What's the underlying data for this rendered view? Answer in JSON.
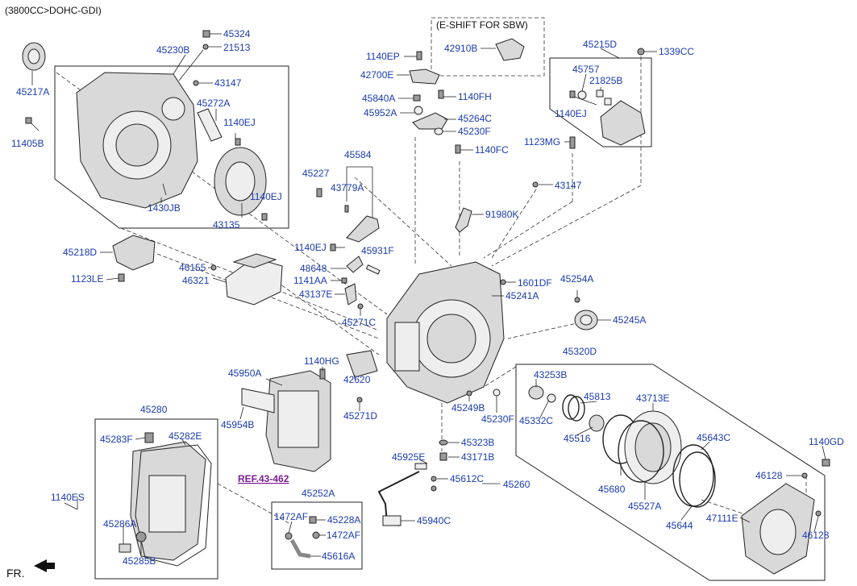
{
  "header": {
    "title": "(3800CC>DOHC-GDI)"
  },
  "eshift_box": {
    "title": "(E-SHIFT FOR SBW)"
  },
  "ref_link": "REF.43-462",
  "direction_label": "FR.",
  "labels": {
    "p45324": "45324",
    "p21513": "21513",
    "p45230B": "45230B",
    "p45217A": "45217A",
    "p43147a": "43147",
    "p45272A": "45272A",
    "p1140EJa": "1140EJ",
    "p11405B": "11405B",
    "p1140EJb": "1140EJ",
    "p1430JB": "1430JB",
    "p43135": "43135",
    "p45218D": "45218D",
    "p1123LE": "1123LE",
    "p46155": "46155",
    "p46321": "46321",
    "p1140EP": "1140EP",
    "p42910B": "42910B",
    "p42700E": "42700E",
    "p45840A": "45840A",
    "p1140FH": "1140FH",
    "p45952A": "45952A",
    "p45264C": "45264C",
    "p45230F": "45230F",
    "p1140FC": "1140FC",
    "p45584": "45584",
    "p45227": "45227",
    "p43779A": "43779A",
    "p43147b": "43147",
    "p91980K": "91980K",
    "p1140EJc": "1140EJ",
    "p45931F": "45931F",
    "p48648": "48648",
    "p1141AA": "1141AA",
    "p43137E": "43137E",
    "p45271C": "45271C",
    "p1601DF": "1601DF",
    "p45241A": "45241A",
    "p45254A": "45254A",
    "p45245A": "45245A",
    "p45215D": "45215D",
    "p1339CC": "1339CC",
    "p45757": "45757",
    "p21825B": "21825B",
    "p1140EJd": "1140EJ",
    "p1123MG": "1123MG",
    "p45320D": "45320D",
    "p43253B": "43253B",
    "p45813": "45813",
    "p43713E": "43713E",
    "p45332C": "45332C",
    "p45516": "45516",
    "p45643C": "45643C",
    "p1140GD": "1140GD",
    "p46128a": "46128",
    "p45680": "45680",
    "p45527A": "45527A",
    "p45644": "45644",
    "p47111E": "47111E",
    "p46128b": "46128",
    "p1140HG": "1140HG",
    "p42620": "42620",
    "p45950A": "45950A",
    "p45954B": "45954B",
    "p45271D": "45271D",
    "p45249B": "45249B",
    "p45230Fb": "45230F",
    "p45323B": "45323B",
    "p45925E": "45925E",
    "p43171B": "43171B",
    "p45612C": "45612C",
    "p45260": "45260",
    "p45940C": "45940C",
    "p45280": "45280",
    "p45283F": "45283F",
    "p45282E": "45282E",
    "p1140ES": "1140ES",
    "p45286A": "45286A",
    "p45285B": "45285B",
    "p45252A": "45252A",
    "p1472AFa": "1472AF",
    "p45228A": "45228A",
    "p1472AFb": "1472AF",
    "p45616A": "45616A"
  }
}
